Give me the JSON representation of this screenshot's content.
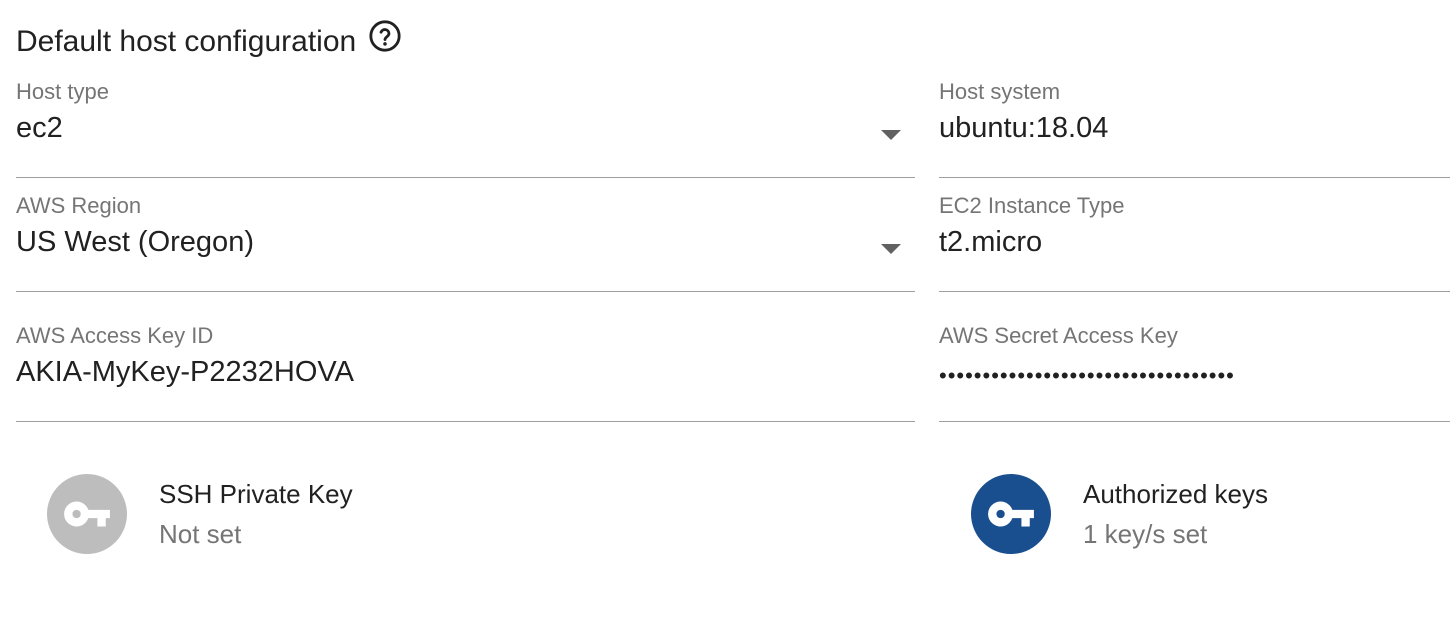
{
  "section": {
    "title": "Default host configuration",
    "help_icon": "help-circle-icon"
  },
  "fields": {
    "host_type": {
      "label": "Host type",
      "value": "ec2",
      "control": "select"
    },
    "host_system": {
      "label": "Host system",
      "value": "ubuntu:18.04",
      "control": "text"
    },
    "aws_region": {
      "label": "AWS Region",
      "value": "US West (Oregon)",
      "control": "select"
    },
    "ec2_instance_type": {
      "label": "EC2 Instance Type",
      "value": "t2.micro",
      "control": "text"
    },
    "aws_access_key_id": {
      "label": "AWS Access Key ID",
      "value": "AKIA-MyKey-P2232HOVA",
      "control": "text"
    },
    "aws_secret_access_key": {
      "label": "AWS Secret Access Key",
      "value": "••••••••••••••••••••••••••••••••••",
      "control": "password"
    }
  },
  "keys": {
    "ssh_private_key": {
      "title": "SSH Private Key",
      "status": "Not set",
      "icon": "key-icon",
      "avatar_color": "#bdbdbd"
    },
    "authorized_keys": {
      "title": "Authorized keys",
      "status": "1 key/s set",
      "icon": "key-icon",
      "avatar_color": "#1a4f8f"
    }
  },
  "colors": {
    "label": "#757575",
    "text": "#212121",
    "underline": "#9e9e9e",
    "accent": "#1a4f8f",
    "disabled_avatar": "#bdbdbd"
  }
}
